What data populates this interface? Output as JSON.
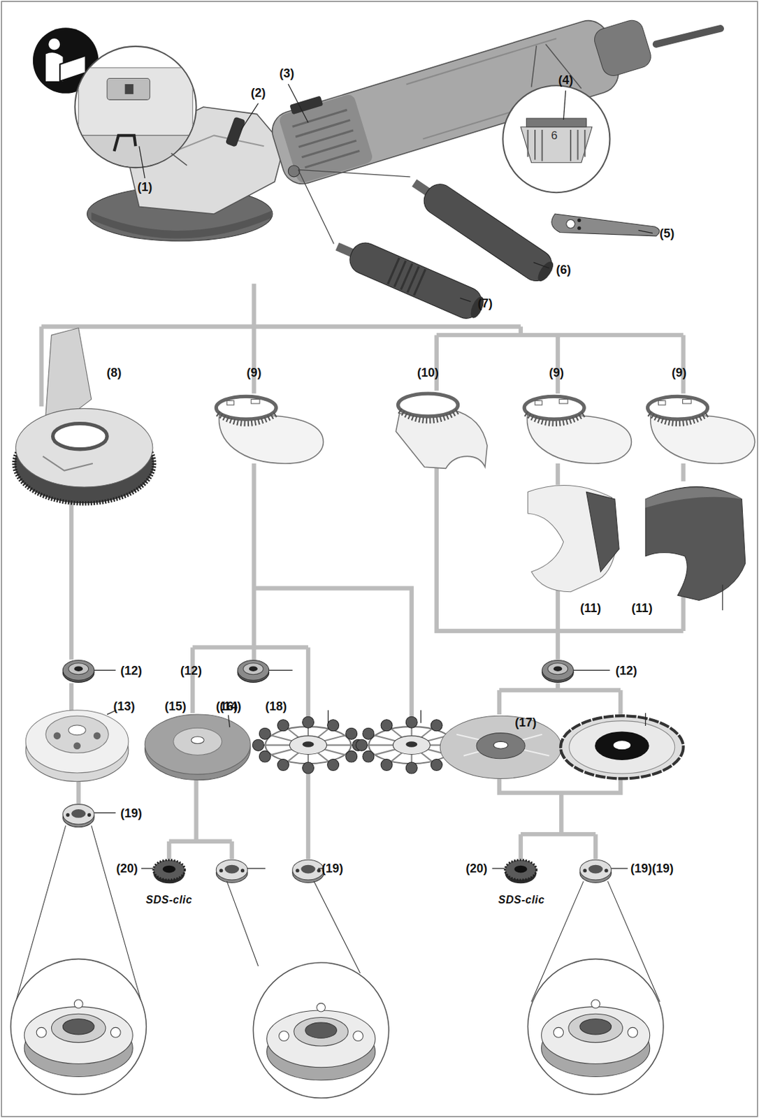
{
  "diagram": {
    "labels": [
      "(3)",
      "(2)",
      "(4)",
      "(1)",
      "6",
      "(5)",
      "(6)",
      "(7)",
      "(8)",
      "(9)",
      "(10)",
      "(9)",
      "(9)",
      "(11)",
      "(11)",
      "(12)",
      "(12)",
      "(12)",
      "(13)",
      "(15)",
      "(16)",
      "(14)",
      "(18)",
      "(17)",
      "(19)",
      "(19)",
      "(20)",
      "(20)",
      "(19)(19)",
      "SDS-clic",
      "SDS-clic"
    ]
  }
}
